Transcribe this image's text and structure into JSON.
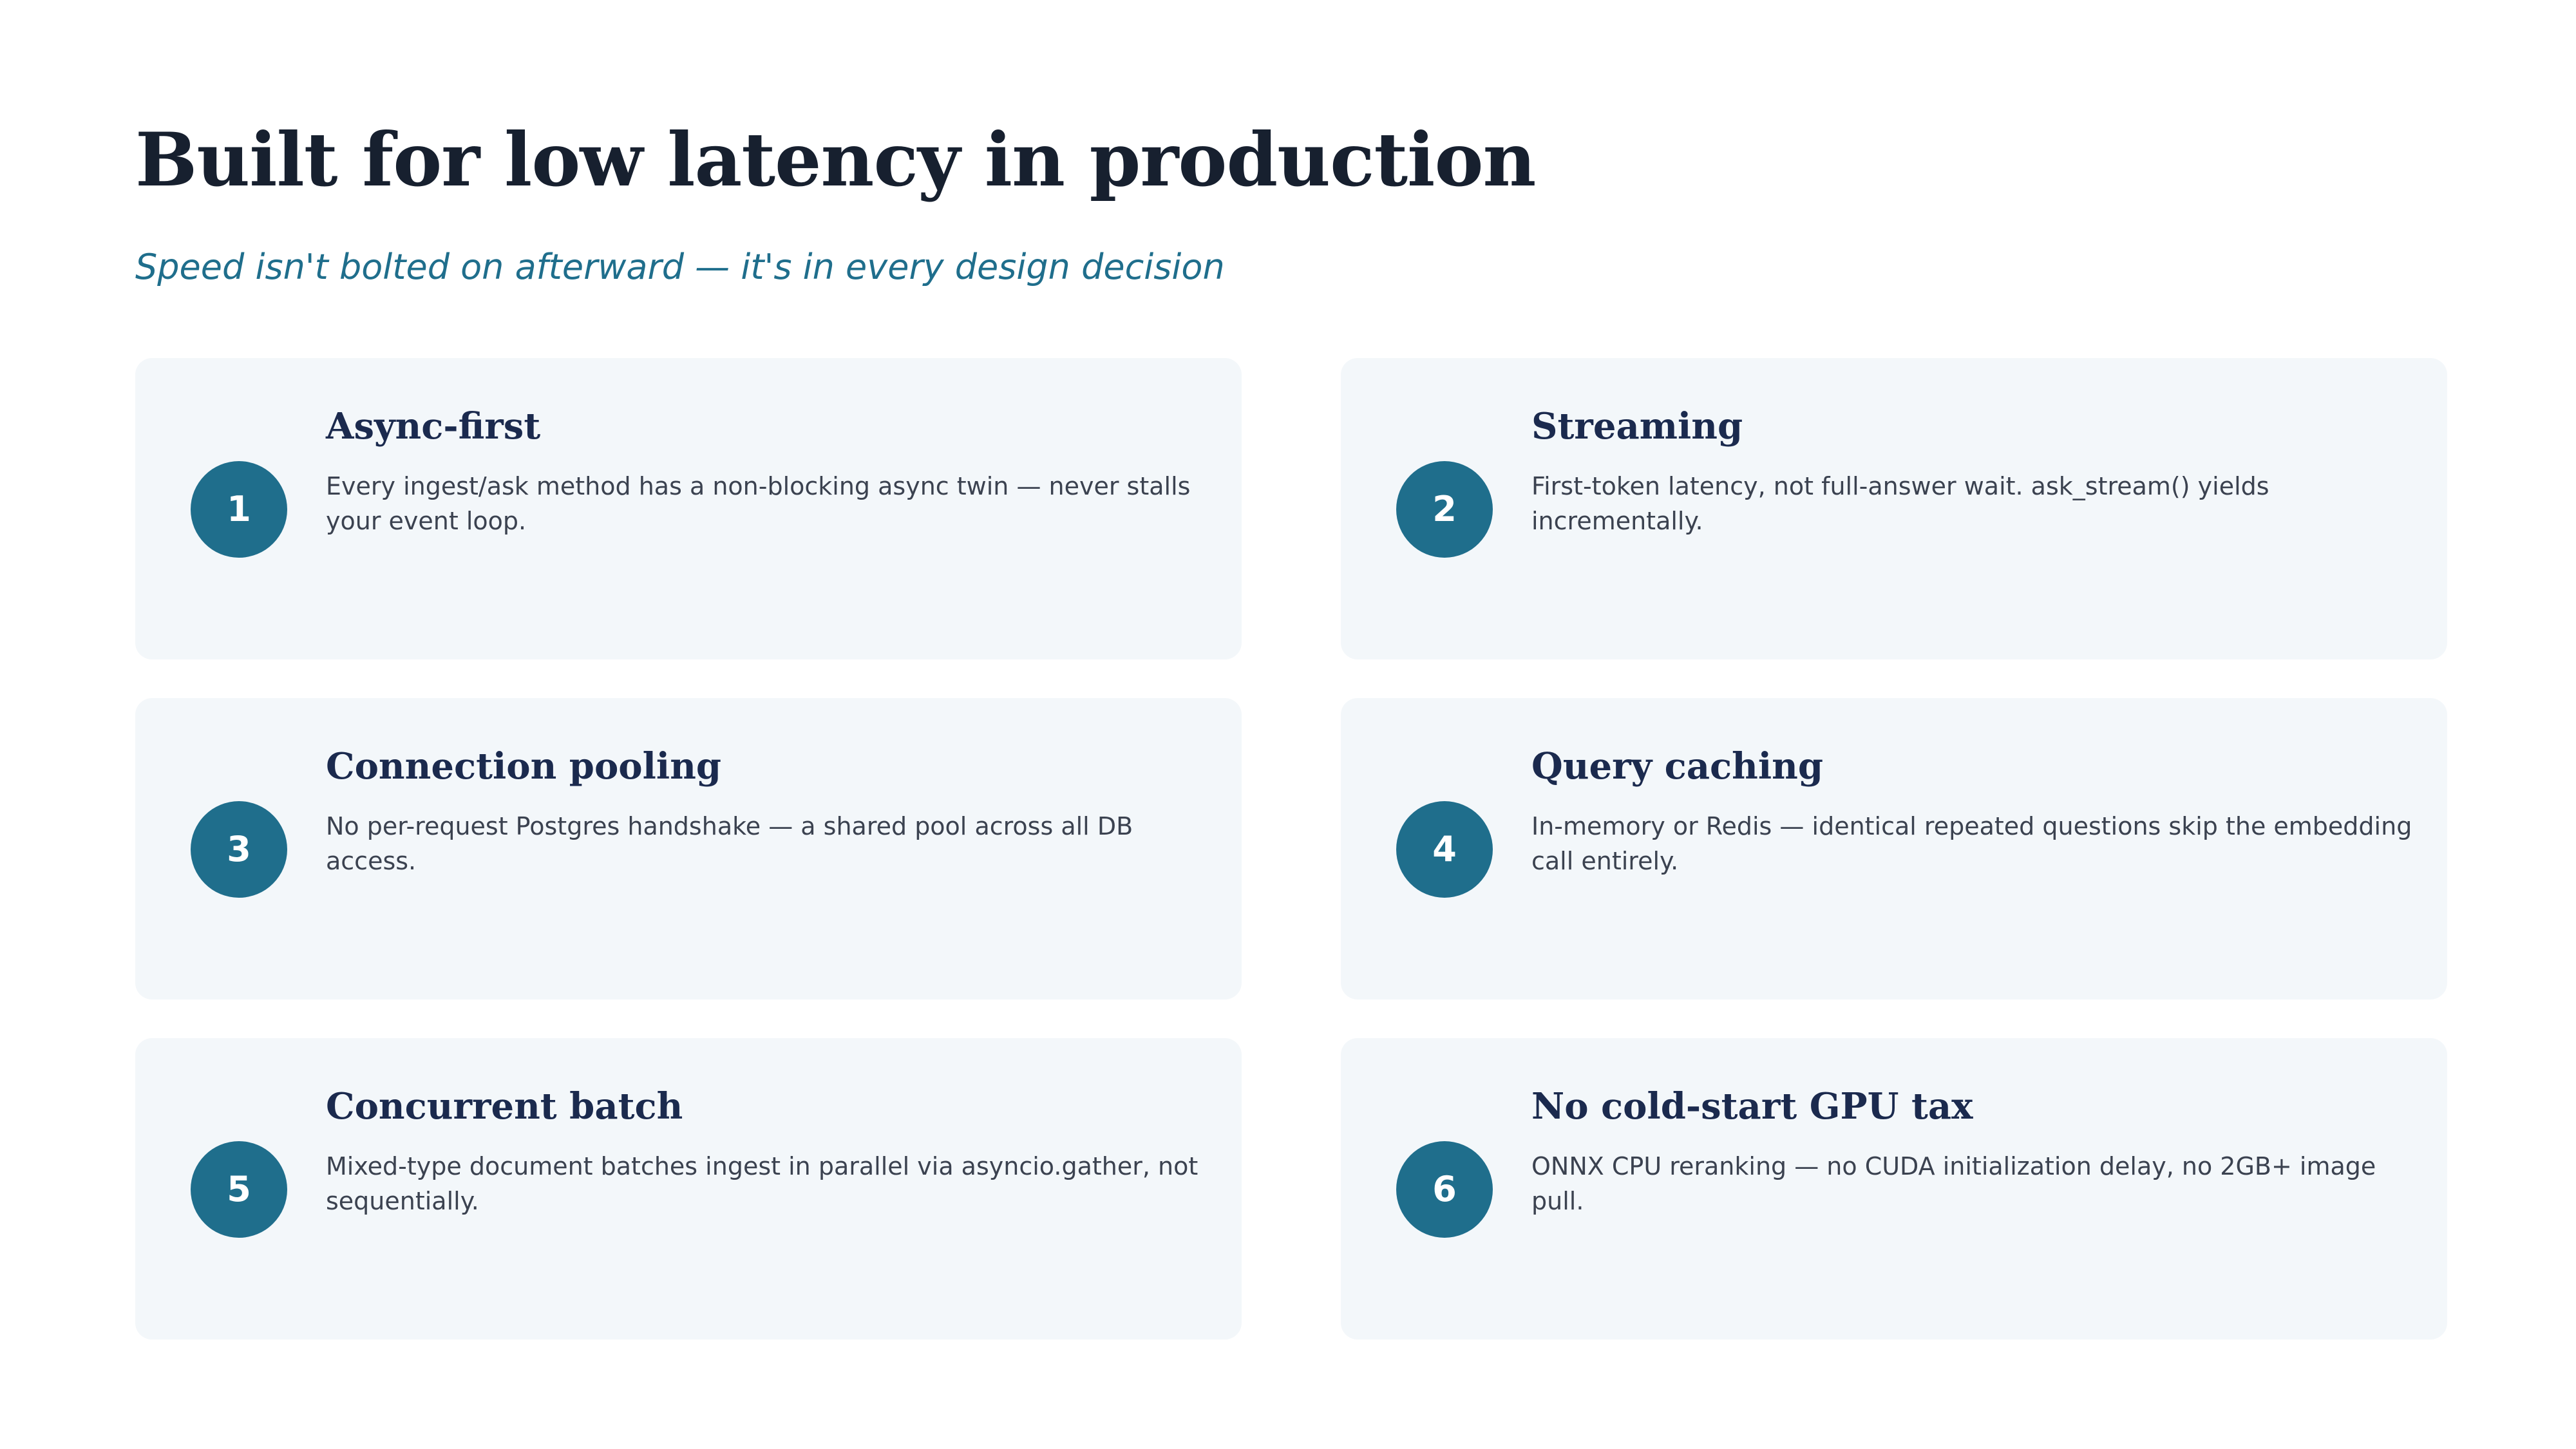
{
  "slide": {
    "title": "Built for low latency in production",
    "subtitle": "Speed isn't bolted on afterward — it's in every design decision"
  },
  "cards": [
    {
      "number": "1",
      "title": "Async-first",
      "description": "Every ingest/ask method has a non-blocking async twin — never stalls your event loop."
    },
    {
      "number": "2",
      "title": "Streaming",
      "description": "First-token latency, not full-answer wait. ask_stream() yields incrementally."
    },
    {
      "number": "3",
      "title": "Connection pooling",
      "description": "No per-request Postgres handshake — a shared pool across all DB access."
    },
    {
      "number": "4",
      "title": "Query caching",
      "description": "In-memory or Redis — identical repeated questions skip the embedding call entirely."
    },
    {
      "number": "5",
      "title": "Concurrent batch",
      "description": "Mixed-type document batches ingest in parallel via asyncio.gather, not sequentially."
    },
    {
      "number": "6",
      "title": "No cold-start GPU tax",
      "description": "ONNX CPU reranking — no CUDA initialization delay, no 2GB+ image pull."
    }
  ],
  "colors": {
    "title": "#17202f",
    "accent": "#1f6e8c",
    "card_background": "#f3f7fa",
    "card_title": "#1b2a4e",
    "body_text": "#3b4250"
  }
}
